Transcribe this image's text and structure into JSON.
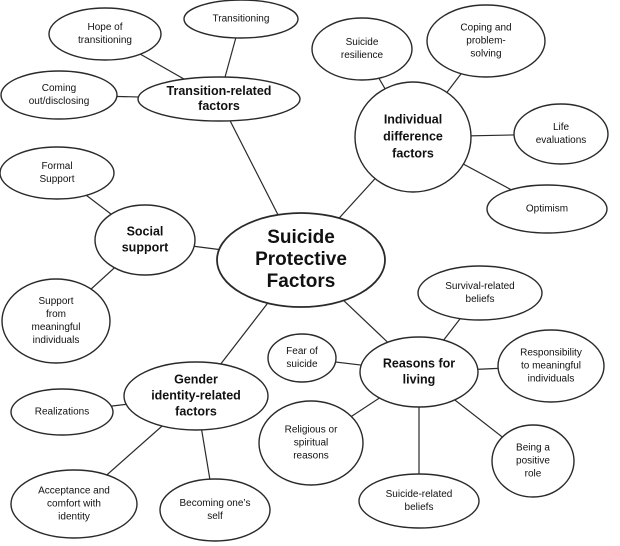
{
  "center": {
    "id": "center",
    "lines": [
      "Suicide",
      "Protective",
      "Factors"
    ]
  },
  "categories": [
    {
      "id": "transition",
      "lines": [
        "Transition-related",
        "factors"
      ],
      "leaves": [
        {
          "id": "hope",
          "lines": [
            "Hope of",
            "transitioning"
          ]
        },
        {
          "id": "transitioning",
          "lines": [
            "Transitioning"
          ]
        },
        {
          "id": "comingout",
          "lines": [
            "Coming",
            "out/disclosing"
          ]
        }
      ]
    },
    {
      "id": "individual",
      "lines": [
        "Individual",
        "difference",
        "factors"
      ],
      "leaves": [
        {
          "id": "resilience",
          "lines": [
            "Suicide",
            "resilience"
          ]
        },
        {
          "id": "coping",
          "lines": [
            "Coping and",
            "problem-",
            "solving"
          ]
        },
        {
          "id": "lifeeval",
          "lines": [
            "Life",
            "evaluations"
          ]
        },
        {
          "id": "optimism",
          "lines": [
            "Optimism"
          ]
        }
      ]
    },
    {
      "id": "social",
      "lines": [
        "Social",
        "support"
      ],
      "leaves": [
        {
          "id": "formal",
          "lines": [
            "Formal",
            "Support"
          ]
        },
        {
          "id": "meaningful",
          "lines": [
            "Support",
            "from",
            "meaningful",
            "individuals"
          ]
        }
      ]
    },
    {
      "id": "reasons",
      "lines": [
        "Reasons for",
        "living"
      ],
      "leaves": [
        {
          "id": "survival",
          "lines": [
            "Survival-related",
            "beliefs"
          ]
        },
        {
          "id": "fear",
          "lines": [
            "Fear of",
            "suicide"
          ]
        },
        {
          "id": "responsibility",
          "lines": [
            "Responsibility",
            "to meaningful",
            "individuals"
          ]
        },
        {
          "id": "religious",
          "lines": [
            "Religious or",
            "spiritual",
            "reasons"
          ]
        },
        {
          "id": "positive",
          "lines": [
            "Being a",
            "positive",
            "role"
          ]
        },
        {
          "id": "suicidebeliefs",
          "lines": [
            "Suicide-related",
            "beliefs"
          ]
        }
      ]
    },
    {
      "id": "gender",
      "lines": [
        "Gender",
        "identity-related",
        "factors"
      ],
      "leaves": [
        {
          "id": "realizations",
          "lines": [
            "Realizations"
          ]
        },
        {
          "id": "acceptance",
          "lines": [
            "Acceptance and",
            "comfort with",
            "identity"
          ]
        },
        {
          "id": "becoming",
          "lines": [
            "Becoming one’s",
            "self"
          ]
        }
      ]
    }
  ]
}
